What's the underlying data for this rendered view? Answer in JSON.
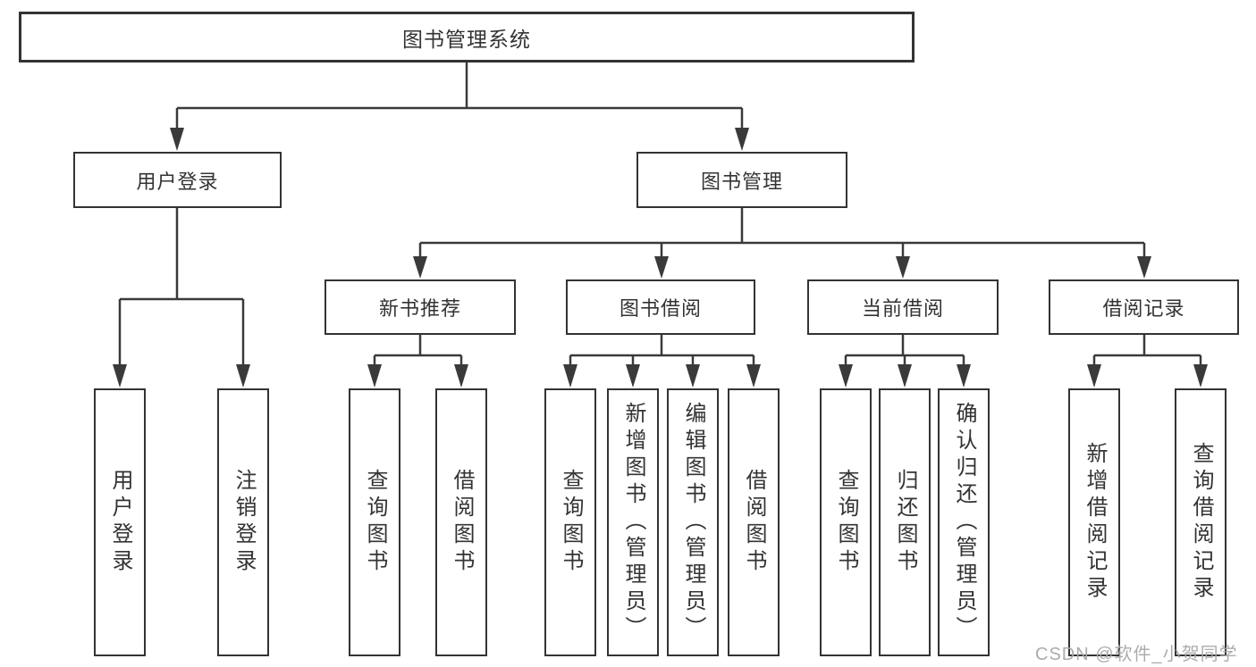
{
  "diagram": {
    "root": "图书管理系统",
    "level2": {
      "user_login": "用户登录",
      "book_mgmt": "图书管理"
    },
    "level3": {
      "new_book": "新书推荐",
      "book_borrow": "图书借阅",
      "current_borrow": "当前借阅",
      "borrow_record": "借阅记录"
    },
    "leaves": {
      "user_login": [
        "用户登录",
        "注销登录"
      ],
      "new_book": [
        "查询图书",
        "借阅图书"
      ],
      "book_borrow": [
        "查询图书",
        "新增图书（管理员）",
        "编辑图书（管理员）",
        "借阅图书"
      ],
      "current_borrow": [
        "查询图书",
        "归还图书",
        "确认归还（管理员）"
      ],
      "borrow_record": [
        "新增借阅记录",
        "查询借阅记录"
      ]
    },
    "watermark": "CSDN @软件_小贺同学",
    "colors": {
      "line": "#3a3a3a",
      "text": "#333333",
      "watermark": "#a8a8aa"
    }
  }
}
